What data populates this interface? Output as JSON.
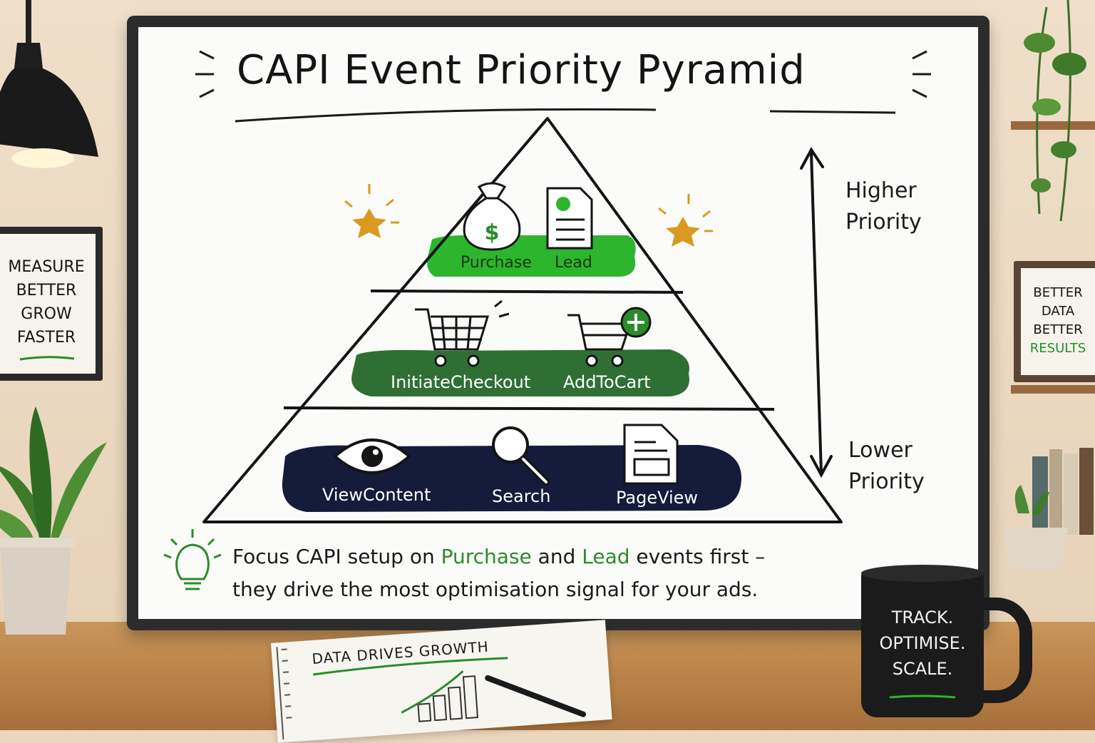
{
  "title": "CAPI Event Priority Pyramid",
  "priority_scale": {
    "top_label_line1": "Higher",
    "top_label_line2": "Priority",
    "bottom_label_line1": "Lower",
    "bottom_label_line2": "Priority"
  },
  "pyramid": {
    "top_tier": {
      "events": [
        "Purchase",
        "Lead"
      ],
      "icons": [
        "money-bag-icon",
        "lead-form-icon"
      ],
      "color": "#2db52d"
    },
    "middle_tier": {
      "events": [
        "InitiateCheckout",
        "AddToCart"
      ],
      "icons": [
        "shopping-cart-icon",
        "cart-add-icon"
      ],
      "color": "#2f6f34"
    },
    "bottom_tier": {
      "events": [
        "ViewContent",
        "Search",
        "PageView"
      ],
      "icons": [
        "eye-icon",
        "magnifier-icon",
        "document-icon"
      ],
      "color": "#151b3b"
    }
  },
  "tip": {
    "icon": "lightbulb-icon",
    "line1_a": "Focus CAPI setup on ",
    "line1_purchase": "Purchase",
    "line1_and": " and ",
    "line1_lead": "Lead",
    "line1_b": " events first –",
    "line2": "they drive the most optimisation signal for your ads."
  },
  "decor": {
    "left_poster": [
      "MEASURE",
      "BETTER",
      "GROW",
      "FASTER"
    ],
    "right_poster": [
      "BETTER",
      "DATA",
      "BETTER",
      "RESULTS"
    ],
    "mug": [
      "TRACK.",
      "OPTIMISE.",
      "SCALE."
    ],
    "notebook": "DATA DRIVES GROWTH"
  }
}
